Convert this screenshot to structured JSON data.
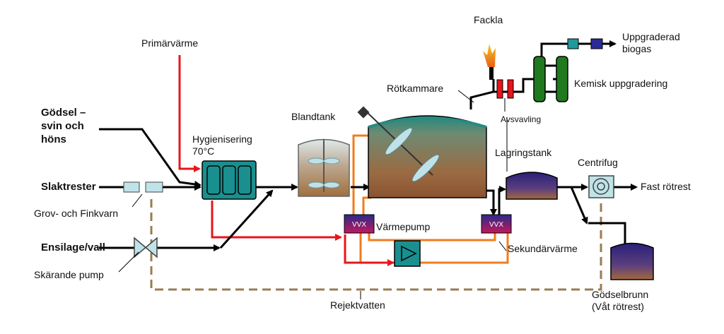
{
  "labels": {
    "fackla": "Fackla",
    "uppgraderad_biogas": "Uppgraderad\nbiogas",
    "primarvarme": "Primärvärme",
    "rotkammare": "Rötkammare",
    "kemisk_uppgradering": "Kemisk uppgradering",
    "avsvavling": "Avsvavling",
    "godsel": "Gödsel –\nsvin och\nhöns",
    "blandtank": "Blandtank",
    "hygienisering": "Hygienisering\n70°C",
    "lagringstank": "Lagringstank",
    "centrifug": "Centrifug",
    "slaktrester": "Slaktrester",
    "fast_rotrest": "Fast rötrest",
    "grov_och_finkvarn": "Grov- och Finkvarn",
    "varmepump": "Värmepump",
    "ensilage_vall": "Ensilage/vall",
    "sekundarvarme": "Sekundärvärme",
    "skarande_pump": "Skärande pump",
    "godselbrunn": "Gödselbrunn\n(Våt rötrest)",
    "rejektvatten": "Rejektvatten"
  },
  "heat_exchanger_label": "VVX",
  "colors": {
    "primary_heat": "#e8151b",
    "secondary_heat": "#f07c1e",
    "reject_water": "#9a7b53",
    "process_flow": "#000000",
    "hygienisering_fill": "#1a8f8f",
    "upgrade_fill": "#1f7a1f"
  }
}
